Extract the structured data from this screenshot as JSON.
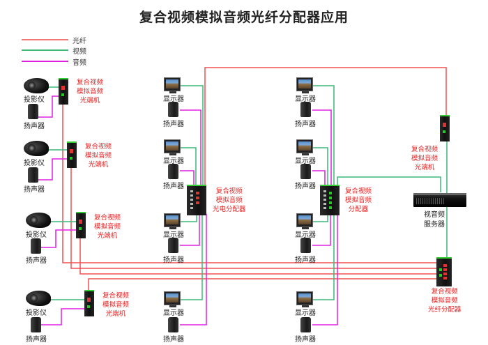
{
  "title": "复合视频模拟音频光纤分配器应用",
  "legend": [
    {
      "label": "光纤",
      "color": "#f07878"
    },
    {
      "label": "视频",
      "color": "#3cb878"
    },
    {
      "label": "音频",
      "color": "#e020e0"
    }
  ],
  "colors": {
    "fiber": "#f05050",
    "video": "#3cb878",
    "audio": "#e020e0",
    "device_label": "#e82020"
  },
  "left_sites": [
    {
      "projector_label": "投影仪",
      "speaker_label": "扬声器",
      "converter_label": [
        "复合视频",
        "模拟音频",
        "光端机"
      ]
    },
    {
      "projector_label": "投影仪",
      "speaker_label": "扬声器",
      "converter_label": [
        "复合视频",
        "模拟音频",
        "光端机"
      ]
    },
    {
      "projector_label": "投影仪",
      "speaker_label": "扬声器",
      "converter_label": [
        "复合视频",
        "模拟音频",
        "光端机"
      ]
    },
    {
      "projector_label": "投影仪",
      "speaker_label": "扬声器",
      "converter_label": [
        "复合视频",
        "模拟音频",
        "光端机"
      ]
    }
  ],
  "middle_group": {
    "distributor_label": [
      "复合视频",
      "模拟音频",
      "光电分配器"
    ],
    "monitor_label": "显示器",
    "speaker_label": "扬声器"
  },
  "right_group": {
    "distributor_label": [
      "复合视频",
      "模拟音频",
      "分配器"
    ],
    "monitor_label": "显示器",
    "speaker_label": "扬声器"
  },
  "server_side": {
    "converter_label": [
      "复合视频",
      "模拟音频",
      "光端机"
    ],
    "server_label": [
      "视音频",
      "服务器"
    ],
    "fiber_distributor_label": [
      "复合视频",
      "模拟音频",
      "光纤分配器"
    ]
  }
}
